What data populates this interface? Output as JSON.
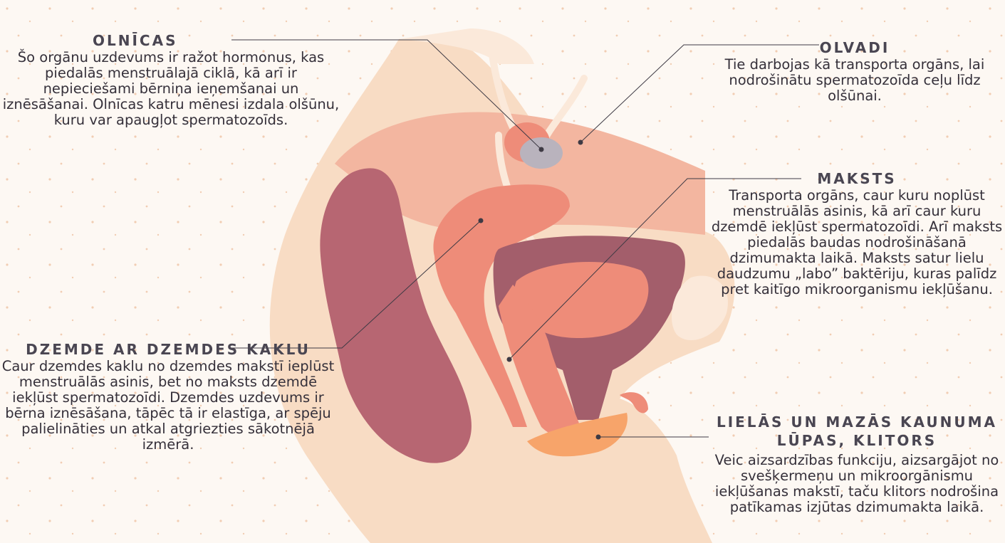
{
  "labels": {
    "olnicas": {
      "title": "OLNĪCAS",
      "text": "Šo orgānu uzdevums ir ražot hormonus, kas piedalās menstruālajā ciklā, kā arī ir nepieciešami bērniņa ieņemšanai un iznēsāšanai. Olnīcas katru mēnesi izdala olšūnu, kuru var apaugļot spermatozoīds."
    },
    "olvadi": {
      "title": "OLVADI",
      "text": "Tie darbojas kā transporta orgāns, lai nodrošinātu spermatozoīda ceļu līdz olšūnai."
    },
    "maksts": {
      "title": "MAKSTS",
      "text": "Transporta orgāns, caur kuru noplūst menstruālās asinis, kā arī caur kuru dzemdē iekļūst spermatozoīdi. Arī maksts piedalās baudas nodrošināšanā dzimumakta laikā. Maksts satur lielu daudzumu „labo” baktēriju, kuras palīdz pret kaitīgo mikroorganismu iekļūšanu."
    },
    "dzemde": {
      "title": "DZEMDE AR DZEMDES KAKLU",
      "text": "Caur dzemdes kaklu no dzemdes makstī ieplūst menstruālās asinis, bet no maksts dzemdē iekļūst spermatozoīdi. Dzemdes uzdevums ir bērna iznēsāšana, tāpēc tā ir elastīga, ar spēju palielināties un atkal atgriezties sākotnējā izmērā."
    },
    "lupas": {
      "title": "LIELĀS UN MAZĀS KAUNUMA LŪPAS, KLITORS",
      "text": "Veic aizsardzības funkciju, aizsargājot no svešķermeņu un mikroorgānismu iekļūšanas makstī, taču klitors nodrošina patīkamas izjūtas dzimumakta laikā."
    }
  },
  "colors": {
    "skin": "#f8dcc4",
    "skin_light": "#fbe9da",
    "tissue": "#f3b6a0",
    "colon": "#b76672",
    "organ": "#ee8c79",
    "ovary": "#b9b3bd",
    "bladder_outer": "#a35e6b",
    "labia": "#f7a46a",
    "leader": "#3e3a44"
  }
}
